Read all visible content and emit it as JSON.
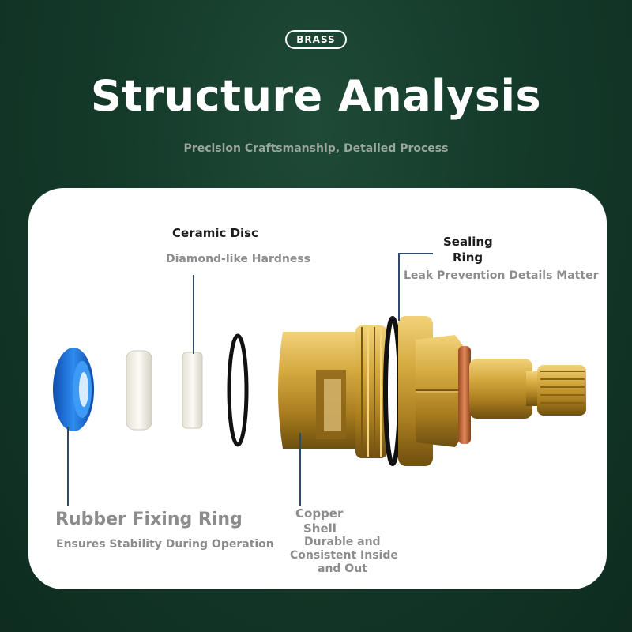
{
  "header": {
    "badge": "BRASS",
    "title": "Structure Analysis",
    "subtitle": "Precision Craftsmanship, Detailed Process"
  },
  "labels": {
    "ceramic_disc": {
      "title": "Ceramic Disc",
      "desc": "Diamond-like Hardness"
    },
    "sealing_ring": {
      "title_line1": "Sealing",
      "title_line2": "Ring",
      "desc": "Leak Prevention Details Matter"
    },
    "rubber_ring": {
      "title": "Rubber Fixing Ring",
      "desc": "Ensures Stability During Operation"
    },
    "copper_shell": {
      "title_line1": "Copper",
      "title_line2": "Shell",
      "desc_line1": "Durable and",
      "desc_line2": "Consistent Inside",
      "desc_line3": "and Out"
    }
  },
  "colors": {
    "background": "#143a2a",
    "card": "#ffffff",
    "brass": "#c9a13a",
    "rubber_blue": "#1e6fd9",
    "leader_line": "#2f4a62"
  }
}
